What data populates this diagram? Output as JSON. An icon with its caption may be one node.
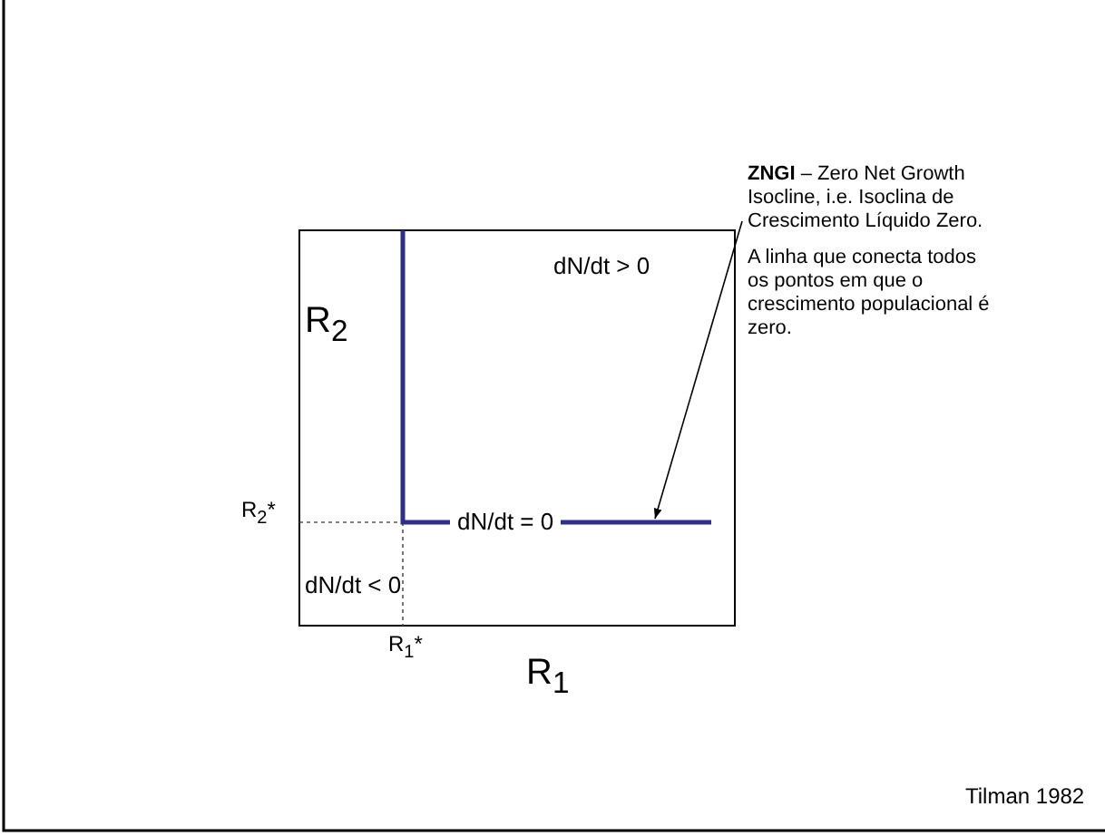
{
  "diagram": {
    "nodes": [
      {
        "text": [
          "**ZNGI** – Zero Net Growth Isocline, i.e. Isoclina de Crescimento Líquido Zero.",
          "A linha que conecta todos os pontos em que o crescimento populacional é zero."
        ]
      },
      {
        "text": [],
        "shape": "line"
      }
    ],
    "edges": [
      {
        "from": 0,
        "to": 1,
        "arrow": "to"
      }
    ],
    "labels": [
      "dN/dt > 0",
      "R$_{2}$",
      "R$_{2}$*",
      "dN/dt = 0",
      "dN/dt < 0",
      "R$_{1}$*",
      "R$_{1}$",
      "Tilman 1982"
    ]
  }
}
